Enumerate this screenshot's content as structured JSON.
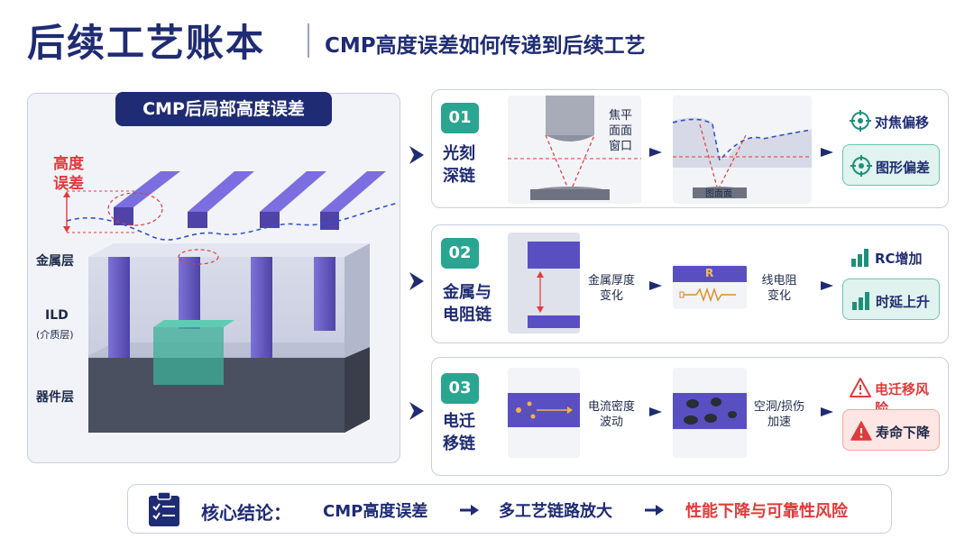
{
  "title": "后续工艺账本",
  "subtitle": "CMP高度误差如何传递到后续工艺",
  "left": {
    "header": "CMP后局部高度误差",
    "height_error_line1": "高度",
    "height_error_line2": "误差",
    "layer_metal": "金属层",
    "layer_ild": "ILD",
    "layer_ild_sub": "(介质层)",
    "layer_device": "器件层"
  },
  "rows": [
    {
      "num": "01",
      "label_line1": "光刻",
      "label_line2": "深链",
      "mid_text_line1": "焦平",
      "mid_text_line2": "面面",
      "mid_text_line3": "窗口",
      "img2_label": "图面面",
      "result1": "对焦偏移",
      "result2": "图形偏差"
    },
    {
      "num": "02",
      "label_line1": "金属与",
      "label_line2": "电阻链",
      "mid_text1_line1": "金属厚度",
      "mid_text1_line2": "变化",
      "img2_label": "R",
      "mid_text2_line1": "线电阻",
      "mid_text2_line2": "变化",
      "result1": "RC增加",
      "result2": "时延上升"
    },
    {
      "num": "03",
      "label_line1": "电迁",
      "label_line2": "移链",
      "mid_text1_line1": "电流密度",
      "mid_text1_line2": "波动",
      "mid_text2_line1": "空洞/损伤",
      "mid_text2_line2": "加速",
      "result1": "电迁移风险",
      "result2": "寿命下降"
    }
  ],
  "bottom": {
    "label": "核心结论：",
    "step1": "CMP高度误差",
    "step2": "多工艺链路放大",
    "step3": "性能下降与可靠性风险"
  },
  "colors": {
    "navy": "#1f2c73",
    "teal": "#2aa591",
    "red": "#e03b3b",
    "metal_purple": "#6a5fc7",
    "device_gray": "#4b5060",
    "green_box": "#e0f3ee",
    "red_box": "#fde6e4"
  }
}
